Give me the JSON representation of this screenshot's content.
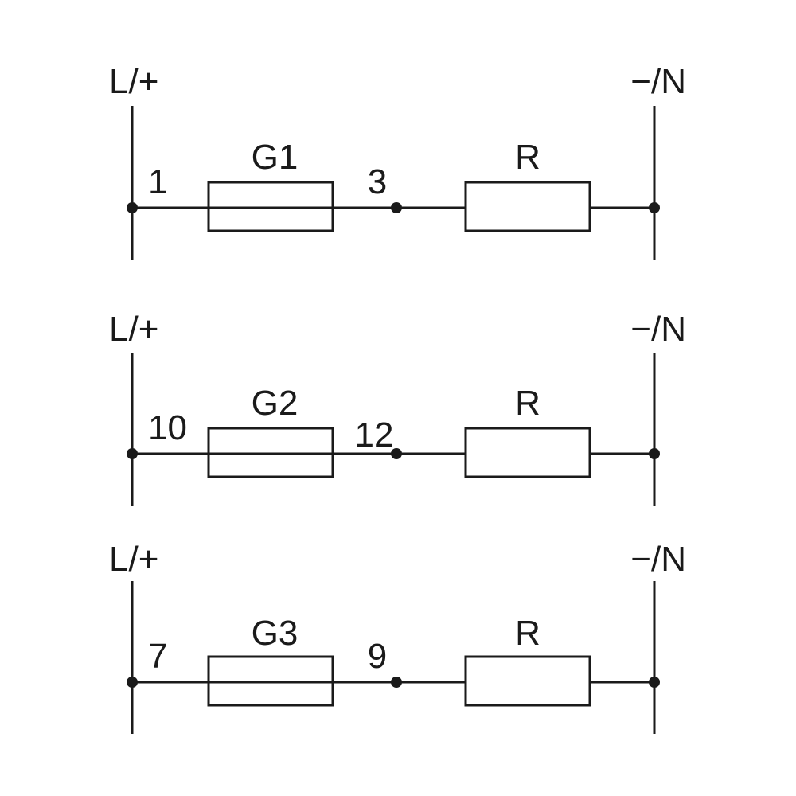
{
  "colors": {
    "ink": "#1a1a1a",
    "background": "#ffffff"
  },
  "circuits": [
    {
      "left_rail": "L/+",
      "right_rail": "−/N",
      "component": "G1",
      "load": "R",
      "terminal_in": "1",
      "terminal_out": "3"
    },
    {
      "left_rail": "L/+",
      "right_rail": "−/N",
      "component": "G2",
      "load": "R",
      "terminal_in": "10",
      "terminal_out": "12"
    },
    {
      "left_rail": "L/+",
      "right_rail": "−/N",
      "component": "G3",
      "load": "R",
      "terminal_in": "7",
      "terminal_out": "9"
    }
  ]
}
